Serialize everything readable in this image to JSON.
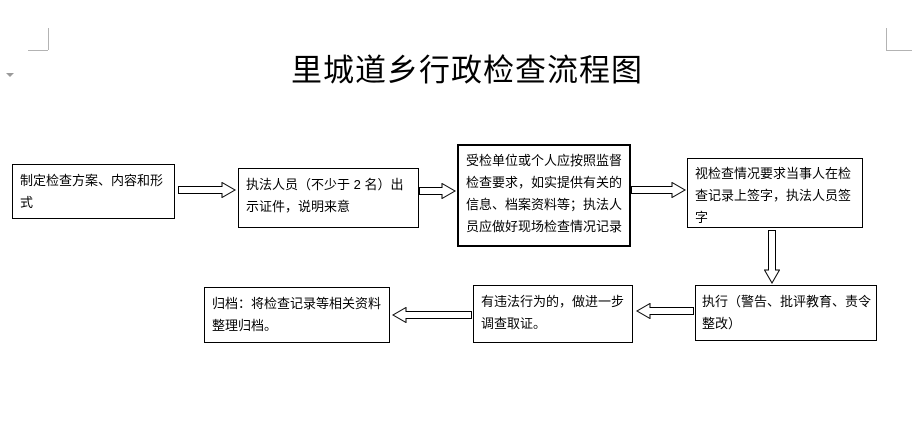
{
  "page": {
    "title": "里城道乡行政检查流程图",
    "background_color": "#ffffff",
    "margin_mark_color": "#b3b3b3"
  },
  "flowchart": {
    "box_border_color": "#000000",
    "arrow_fill_color": "#ffffff",
    "arrow_stroke_color": "#000000",
    "text_color": "#000000",
    "steps": [
      {
        "name": "plan",
        "text": "制定检查方案、内容和形式"
      },
      {
        "name": "show-credentials",
        "text": "执法人员（不少于 2 名）出示证件，说明来意"
      },
      {
        "name": "provide-materials",
        "text": "受检单位或个人应按照监督检查要求，如实提供有关的信息、档案资料等；执法人员应做好现场检查情况记录"
      },
      {
        "name": "sign-record",
        "text": "视检查情况要求当事人在检查记录上签字，执法人员签字"
      },
      {
        "name": "execute",
        "text": "执行（警告、批评教育、责令整改）"
      },
      {
        "name": "investigate",
        "text": "有违法行为的，做进一步调查取证。"
      },
      {
        "name": "archive",
        "text": "归档：将检查记录等相关资料整理归档。"
      }
    ],
    "connectors": [
      {
        "from": "plan",
        "to": "show-credentials",
        "direction": "right",
        "style": "hollow-block-arrow"
      },
      {
        "from": "show-credentials",
        "to": "provide-materials",
        "direction": "right",
        "style": "hollow-block-arrow"
      },
      {
        "from": "provide-materials",
        "to": "sign-record",
        "direction": "right",
        "style": "hollow-block-arrow"
      },
      {
        "from": "sign-record",
        "to": "execute",
        "direction": "down",
        "style": "hollow-block-arrow"
      },
      {
        "from": "execute",
        "to": "investigate",
        "direction": "left",
        "style": "hollow-block-arrow"
      },
      {
        "from": "investigate",
        "to": "archive",
        "direction": "left",
        "style": "hollow-block-arrow"
      }
    ]
  }
}
